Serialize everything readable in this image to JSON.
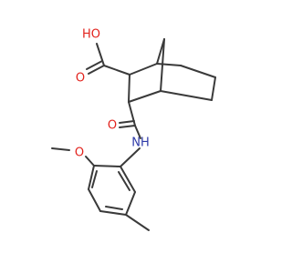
{
  "molecule": {
    "colors": {
      "carbon_bond": "#3a3a3a",
      "oxygen": "#e2221c",
      "nitrogen": "#2e3aa8",
      "background": "#ffffff"
    },
    "labels": {
      "hydroxyl": "HO",
      "carbonyl_acid_o": "O",
      "amide_o": "O",
      "amide_nh": "NH",
      "methoxy_o": "O"
    }
  }
}
